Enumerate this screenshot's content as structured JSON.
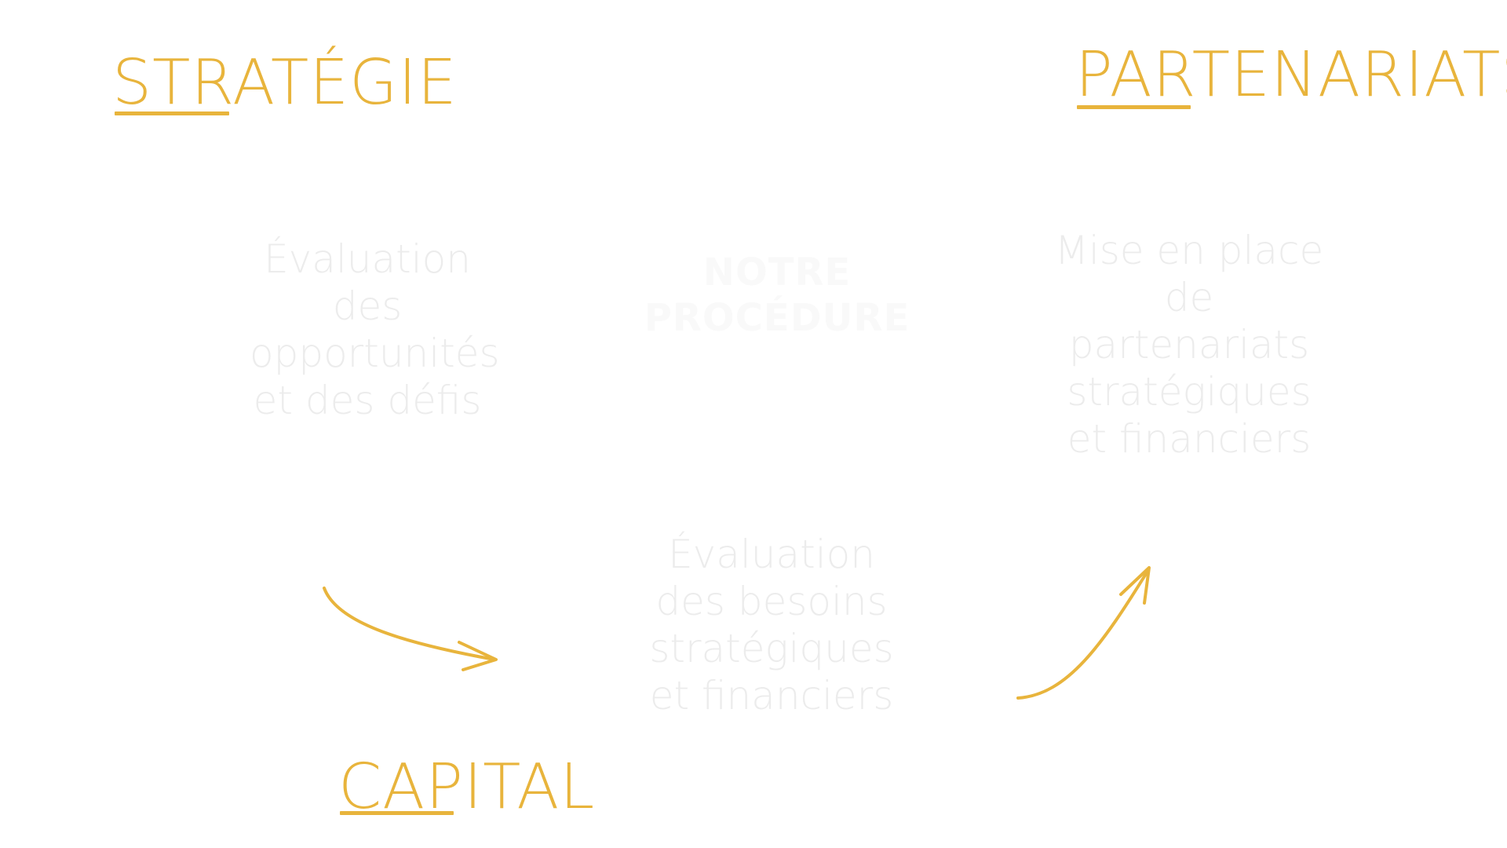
{
  "colors": {
    "accent": "#e8b43c",
    "faint_text": "#ececec",
    "center_title": "#f9f9f9",
    "background": "#ffffff"
  },
  "steps": {
    "strategie": {
      "title": "STRATÉGIE",
      "description": "Évaluation des opportunités et des défis"
    },
    "capital": {
      "title": "CAPITAL",
      "description": "Évaluation des besoins stratégiques et financiers"
    },
    "partenariats": {
      "title": "PARTENARIATS",
      "description": "Mise en place de partenariats stratégiques et financiers"
    }
  },
  "center": {
    "title": "NOTRE PROCÉDURE"
  },
  "icons": {
    "arrow_1": "curved-arrow-right-icon",
    "arrow_2": "curved-arrow-up-right-icon"
  }
}
